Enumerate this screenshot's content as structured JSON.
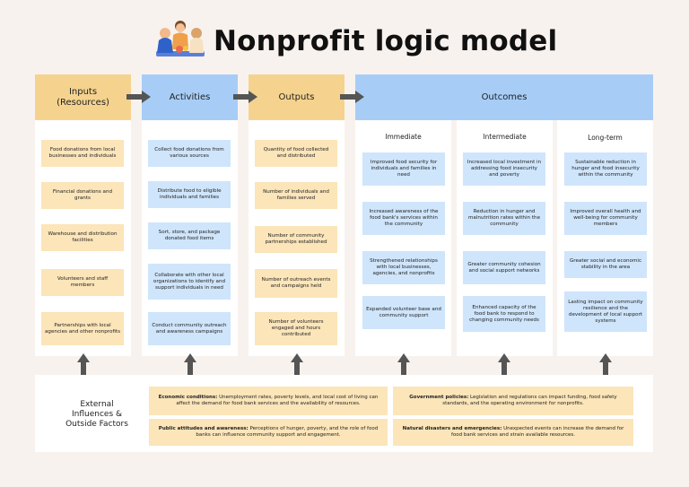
{
  "title": "Nonprofit logic model",
  "columns": {
    "inputs": {
      "header": "Inputs\n(Resources)",
      "items": [
        "Food donations from local businesses and individuals",
        "Financial donations and grants",
        "Warehouse and distribution facilities",
        "Volunteers and staff members",
        "Partnerships with local agencies and other nonprofits"
      ]
    },
    "activities": {
      "header": "Activities",
      "items": [
        "Collect food donations from various sources",
        "Distribute food to eligible individuals and families",
        "Sort, store, and package donated food items",
        "Collaborate with other local organizations to identify and support individuals in need",
        "Conduct community outreach and awareness campaigns"
      ]
    },
    "outputs": {
      "header": "Outputs",
      "items": [
        "Quantity of food collected and distributed",
        "Number of individuals and families served",
        "Number of community partnerships established",
        "Number of outreach events and campaigns held",
        "Number of volunteers engaged and hours contributed"
      ]
    },
    "outcomes": {
      "header": "Outcomes",
      "immediate": {
        "label": "Immediate",
        "items": [
          "Improved food security for individuals and families in need",
          "Increased awareness of the food bank's services within the community",
          "Strengthened relationships with local businesses, agencies, and nonprofits",
          "Expanded volunteer base and community support"
        ]
      },
      "intermediate": {
        "label": "Intermediate",
        "items": [
          "Increased local investment in addressing food insecurity and poverty",
          "Reduction in hunger and malnutrition rates within the community",
          "Greater community cohesion and social support networks",
          "Enhanced capacity of the food bank to respond to changing community needs"
        ]
      },
      "longterm": {
        "label": "Long-term",
        "items": [
          "Sustainable reduction in hunger and food insecurity within the community",
          "Improved overall health and well-being for community members",
          "Greater social and economic stability in the area",
          "Lasting impact on community resilience and the development of local support systems"
        ]
      }
    }
  },
  "external": {
    "label": "External\nInfluences &\nOutside Factors",
    "factors": [
      {
        "title": "Economic conditions:",
        "text": " Unemployment rates, poverty levels, and local cost of living can affect the demand for food bank services and the availability of resources."
      },
      {
        "title": "Government policies:",
        "text": " Legislation and regulations can impact funding, food safety standards, and the operating environment for nonprofits."
      },
      {
        "title": "Public attitudes and awareness:",
        "text": " Perceptions of hunger, poverty, and the role of food banks can influence community support and engagement."
      },
      {
        "title": "Natural disasters and emergencies:",
        "text": " Unexpected events can increase the demand for food bank services and strain available resources."
      }
    ]
  },
  "colors": {
    "orange_header": "#f5d38e",
    "orange_card": "#fbe5b9",
    "blue_header": "#a7cdf7",
    "blue_card": "#cfe5fb",
    "arrow": "#555555"
  },
  "icons": {
    "title_art": "people-sharing-food-illustration",
    "flow_arrow": "right-arrow-icon",
    "up_arrow": "up-arrow-icon"
  }
}
